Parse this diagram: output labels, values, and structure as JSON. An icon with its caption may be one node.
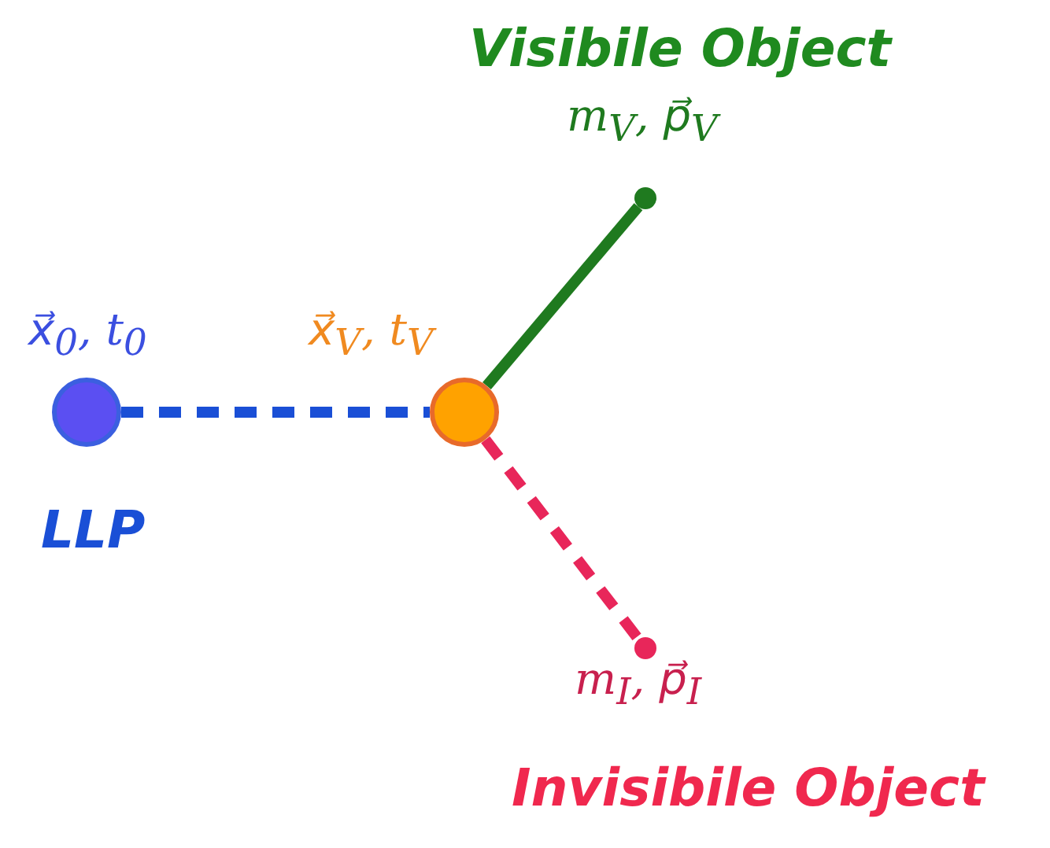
{
  "diagram": {
    "nodes": [
      {
        "text": [],
        "shape": "circle",
        "beside": [
          "x⃗$_{0}$, t$_{0}$",
          "LLP"
        ]
      },
      {
        "text": [],
        "shape": "circle",
        "beside": [
          "x⃗$_{V}$, t$_{V}$"
        ]
      },
      {
        "text": [],
        "shape": "circle",
        "beside": [
          "Visibile Object",
          "m$_{V}$, p⃗$_{V}$"
        ]
      },
      {
        "text": [],
        "shape": "circle",
        "beside": [
          "m$_{I}$, p⃗$_{I}$",
          "Invisibile Object"
        ]
      }
    ],
    "edges": [
      {
        "from": 0,
        "to": 1,
        "arrow": "none",
        "style": "dashed",
        "color": "#1a4fd6"
      },
      {
        "from": 1,
        "to": 2,
        "arrow": "none",
        "color": "#1f7a1f"
      },
      {
        "from": 1,
        "to": 3,
        "arrow": "none",
        "style": "dashed",
        "color": "#e8265a"
      }
    ]
  }
}
